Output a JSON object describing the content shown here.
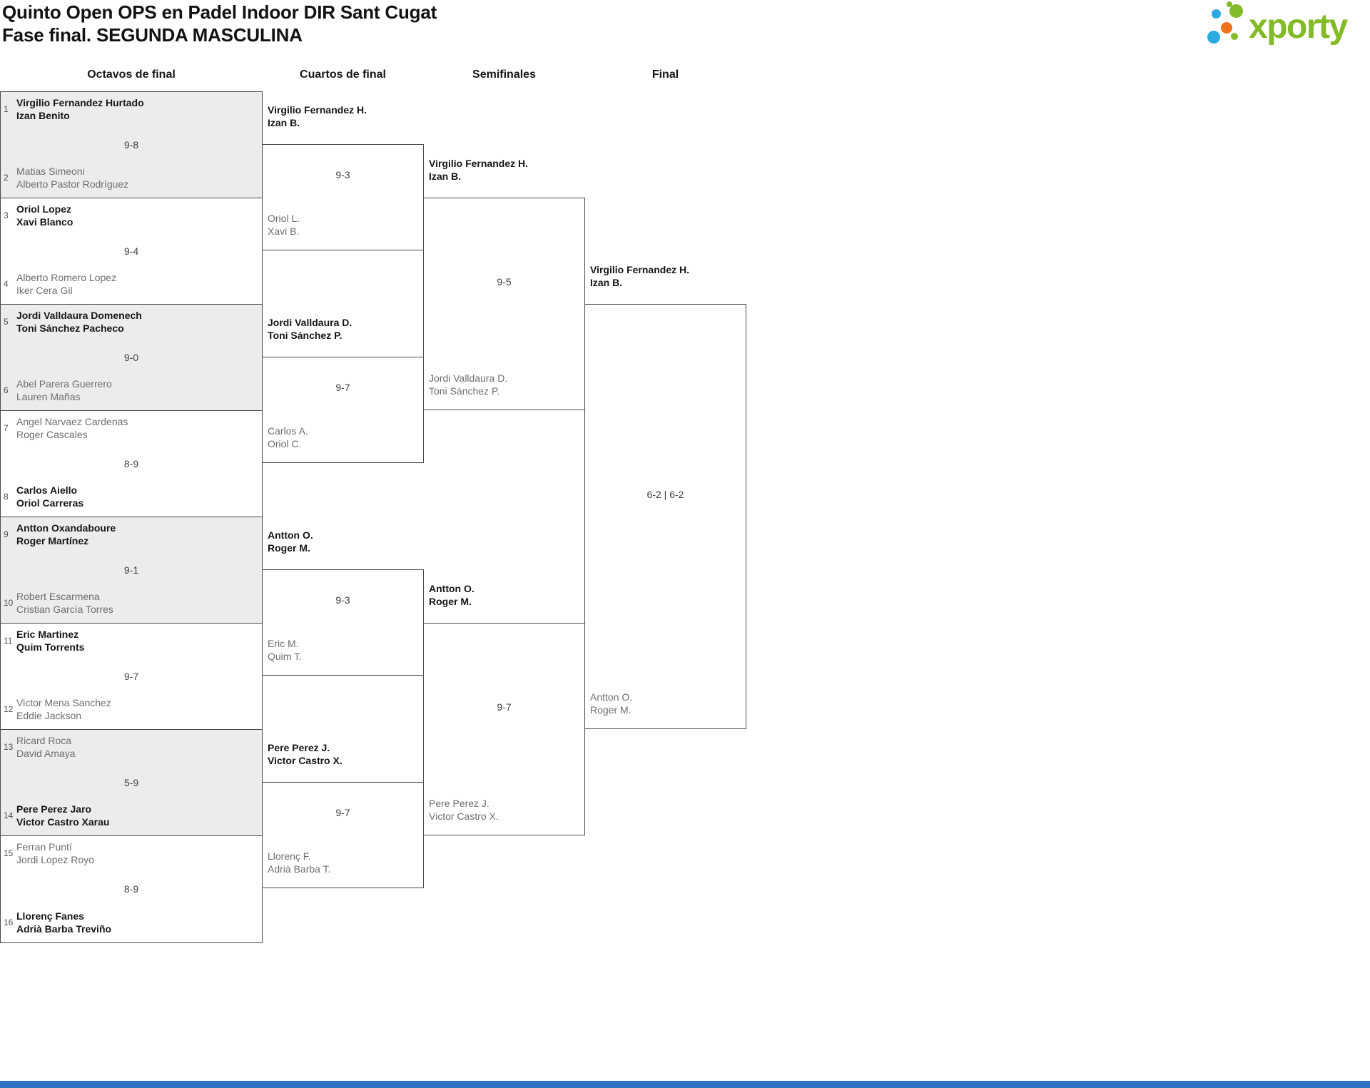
{
  "header": {
    "title": "Quinto Open OPS en Padel Indoor DIR Sant Cugat",
    "subtitle": "Fase final. SEGUNDA MASCULINA"
  },
  "logo": {
    "text": "xporty"
  },
  "colors": {
    "logo_green": "#82BB27",
    "logo_blue": "#2BA9E0",
    "logo_orange": "#EE7219",
    "shaded_match_bg": "#ececec",
    "bracket_border": "#4a4a4a",
    "winner_text": "#161616",
    "loser_text": "#6e6e6e",
    "footer_bar_blue": "#2E74C4"
  },
  "rounds": [
    "Octavos de final",
    "Cuartos de final",
    "Semifinales",
    "Final"
  ],
  "r16": [
    {
      "seedA": "1",
      "teamA": [
        "Virgilio Fernandez Hurtado",
        "Izan Benito"
      ],
      "score": "9-8",
      "seedB": "2",
      "teamB": [
        "Matias Simeoni",
        "Alberto Pastor Rodríguez"
      ],
      "winner": "A"
    },
    {
      "seedA": "3",
      "teamA": [
        "Oriol Lopez",
        "Xavi Blanco"
      ],
      "score": "9-4",
      "seedB": "4",
      "teamB": [
        "Alberto Romero Lopez",
        "Iker Cera Gil"
      ],
      "winner": "A"
    },
    {
      "seedA": "5",
      "teamA": [
        "Jordi Valldaura Domenech",
        "Toni Sánchez Pacheco"
      ],
      "score": "9-0",
      "seedB": "6",
      "teamB": [
        "Abel Parera Guerrero",
        "Lauren Mañas"
      ],
      "winner": "A"
    },
    {
      "seedA": "7",
      "teamA": [
        "Angel Narvaez Cardenas",
        "Roger Cascales"
      ],
      "score": "8-9",
      "seedB": "8",
      "teamB": [
        "Carlos Aiello",
        "Oriol Carreras"
      ],
      "winner": "B"
    },
    {
      "seedA": "9",
      "teamA": [
        "Antton Oxandaboure",
        "Roger Martínez"
      ],
      "score": "9-1",
      "seedB": "10",
      "teamB": [
        "Robert Escarmena",
        "Cristian García Torres"
      ],
      "winner": "A"
    },
    {
      "seedA": "11",
      "teamA": [
        "Eric Martinez",
        "Quim Torrents"
      ],
      "score": "9-7",
      "seedB": "12",
      "teamB": [
        "Victor Mena Sanchez",
        "Eddie Jackson"
      ],
      "winner": "A"
    },
    {
      "seedA": "13",
      "teamA": [
        "Ricard Roca",
        "David Amaya"
      ],
      "score": "5-9",
      "seedB": "14",
      "teamB": [
        "Pere Perez Jaro",
        "Victor Castro Xarau"
      ],
      "winner": "B"
    },
    {
      "seedA": "15",
      "teamA": [
        "Ferran Puntí",
        "Jordi Lopez Royo"
      ],
      "score": "8-9",
      "seedB": "16",
      "teamB": [
        "Llorenç Fanes",
        "Adrià Barba Treviño"
      ],
      "winner": "B"
    }
  ],
  "qf": [
    {
      "winner": [
        "Virgilio Fernandez H.",
        "Izan B."
      ],
      "score": "9-3",
      "loser": [
        "Oriol L.",
        "Xavi B."
      ]
    },
    {
      "winner": [
        "Jordi Valldaura D.",
        "Toni Sánchez P."
      ],
      "score": "9-7",
      "loser": [
        "Carlos A.",
        "Oriol C."
      ]
    },
    {
      "winner": [
        "Antton O.",
        "Roger M."
      ],
      "score": "9-3",
      "loser": [
        "Eric M.",
        "Quim T."
      ]
    },
    {
      "winner": [
        "Pere Perez J.",
        "Victor Castro X."
      ],
      "score": "9-7",
      "loser": [
        "Llorenç F.",
        "Adrià Barba T."
      ]
    }
  ],
  "sf": [
    {
      "winner": [
        "Virgilio Fernandez H.",
        "Izan B."
      ],
      "score": "9-5",
      "loser": [
        "Jordi Valldaura D.",
        "Toni Sánchez P."
      ]
    },
    {
      "winner": [
        "Antton O.",
        "Roger M."
      ],
      "score": "9-7",
      "loser": [
        "Pere Perez J.",
        "Victor Castro X."
      ]
    }
  ],
  "final": {
    "winner": [
      "Virgilio Fernandez H.",
      "Izan B."
    ],
    "score": "6-2 | 6-2",
    "loser": [
      "Antton O.",
      "Roger M."
    ]
  }
}
